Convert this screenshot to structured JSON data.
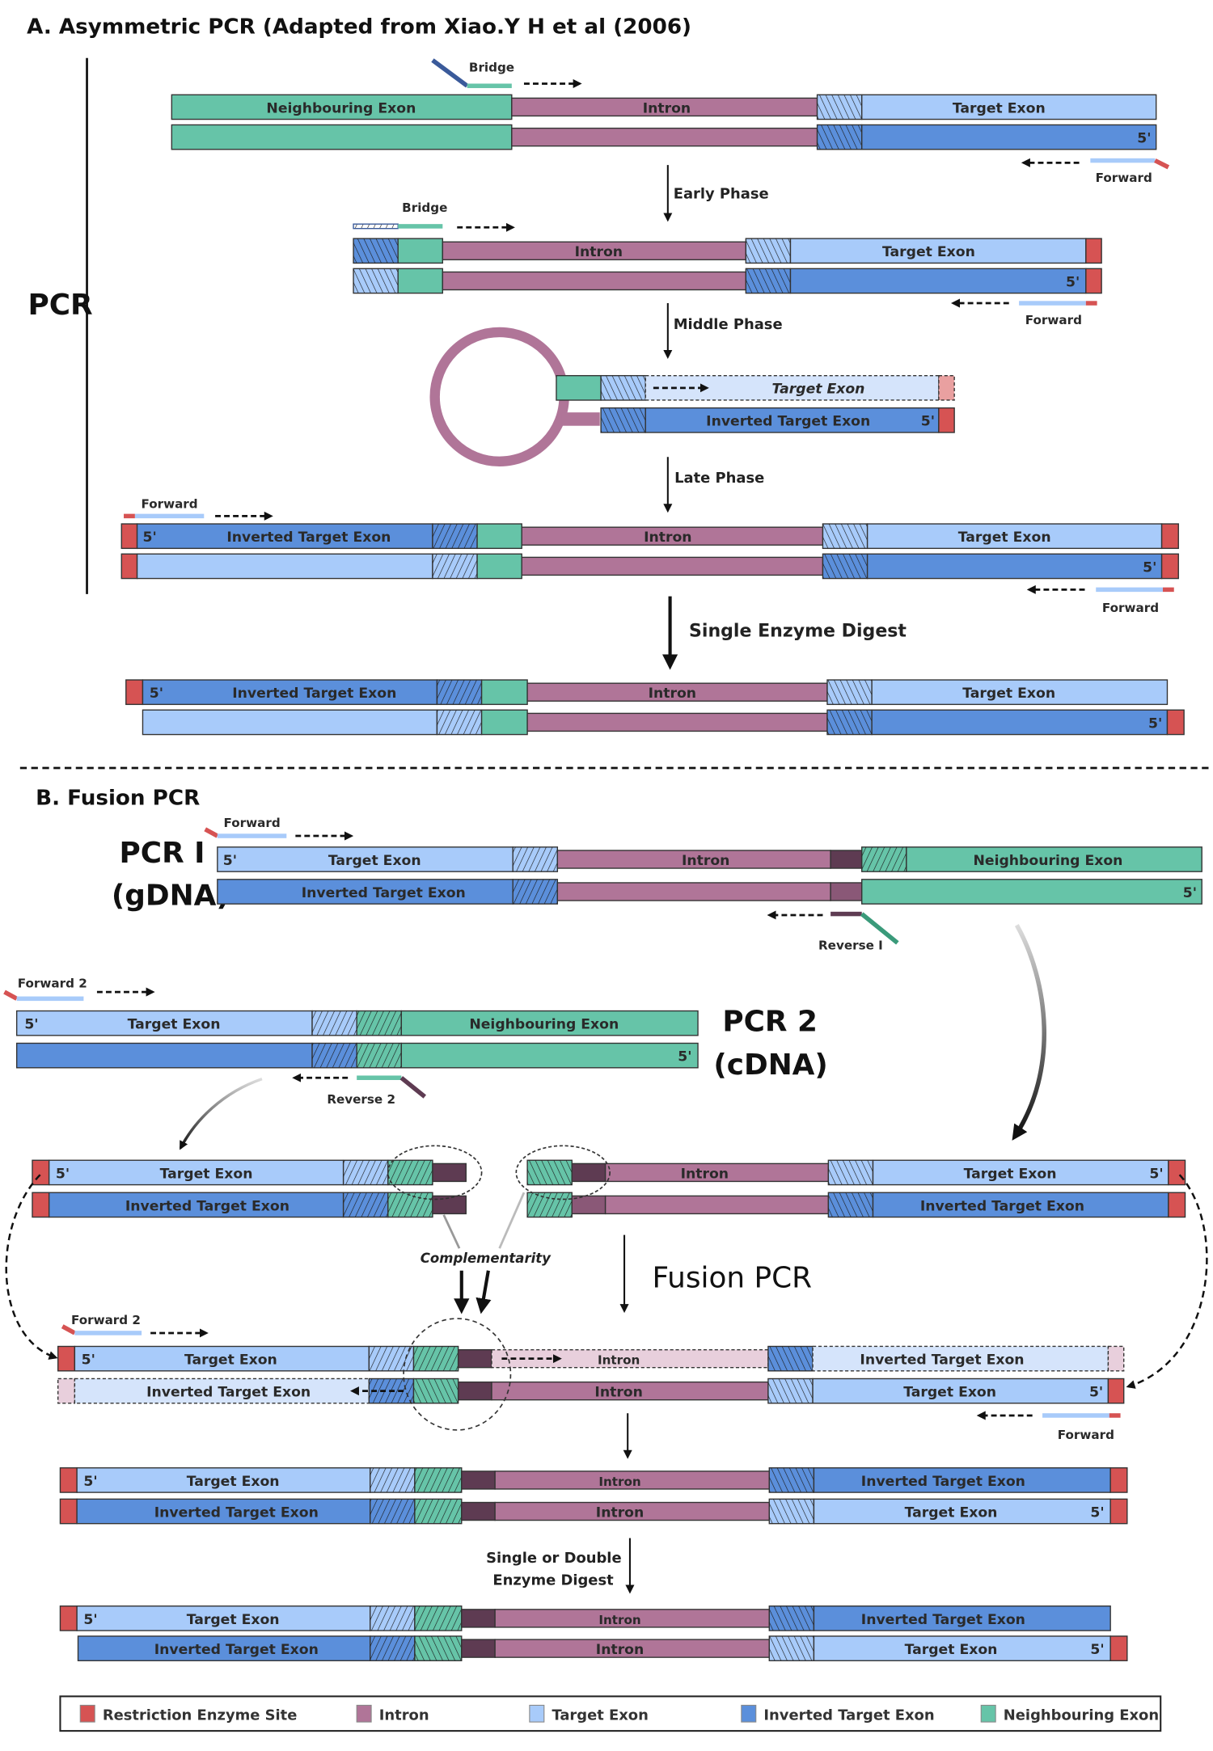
{
  "colors": {
    "restriction_site": "#d65353",
    "intron": "#b07598",
    "intron_dark": "#5e3b52",
    "target_exon": "#a8cbfa",
    "inverted_target_exon": "#5b8fdb",
    "neighbouring_exon": "#66c4a8",
    "ghost_target": "#d5e4fb",
    "ghost_intron": "#e8cfdc",
    "ghost_site": "#e9a0a0"
  },
  "section_a": {
    "title": "A. Asymmetric PCR (Adapted from Xiao.Y H et al (2006)",
    "side_label": "PCR",
    "primers": {
      "bridge": "Bridge",
      "forward": "Forward"
    },
    "labels": {
      "neighbouring": "Neighbouring Exon",
      "intron": "Intron",
      "target": "Target Exon",
      "inverted": "Inverted Target Exon",
      "five_prime": "5'"
    },
    "steps": {
      "early": "Early Phase",
      "middle": "Middle Phase",
      "late": "Late Phase",
      "digest": "Single Enzyme Digest"
    }
  },
  "section_b": {
    "title": "B. Fusion PCR",
    "pcr1_label": "PCR I",
    "pcr1_sub": "(gDNA)",
    "pcr2_label": "PCR 2",
    "pcr2_sub": "(cDNA)",
    "primers": {
      "forward": "Forward",
      "forward2": "Forward 2",
      "reverse1": "Reverse I",
      "reverse2": "Reverse 2"
    },
    "complementarity": "Complementarity",
    "fusion_step": "Fusion PCR",
    "digest_line1": "Single or Double",
    "digest_line2": "Enzyme Digest"
  },
  "legend": {
    "items": [
      {
        "label": "Restriction Enzyme Site",
        "color": "#d65353"
      },
      {
        "label": "Intron",
        "color": "#b07598"
      },
      {
        "label": "Target Exon",
        "color": "#a8cbfa"
      },
      {
        "label": "Inverted Target Exon",
        "color": "#5b8fdb"
      },
      {
        "label": "Neighbouring Exon",
        "color": "#66c4a8"
      }
    ]
  }
}
